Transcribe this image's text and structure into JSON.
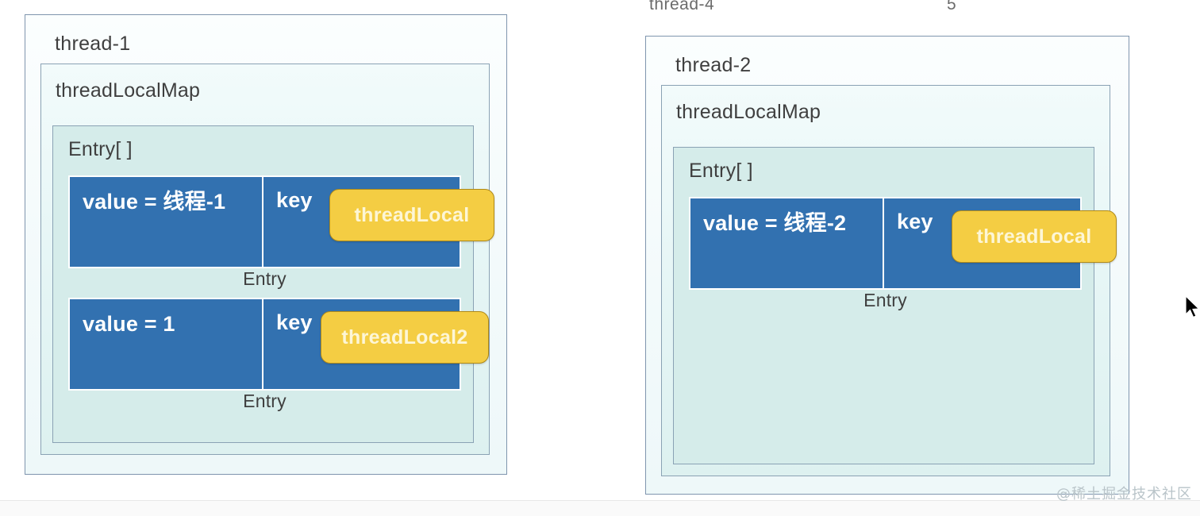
{
  "top_cut_text": {
    "thread_label": "thread-4",
    "number_label": "5"
  },
  "panels": [
    {
      "id": "thread-1",
      "thread_title": "thread-1",
      "map_title": "threadLocalMap",
      "entry_array_title": "Entry[ ]",
      "entries": [
        {
          "value_label": "value = 线程-1",
          "key_label": "key",
          "badge_label": "threadLocal",
          "caption": "Entry"
        },
        {
          "value_label": "value = 1",
          "key_label": "key",
          "badge_label": "threadLocal2",
          "caption": "Entry"
        }
      ]
    },
    {
      "id": "thread-2",
      "thread_title": "thread-2",
      "map_title": "threadLocalMap",
      "entry_array_title": "Entry[ ]",
      "entries": [
        {
          "value_label": "value = 线程-2",
          "key_label": "key",
          "badge_label": "threadLocal",
          "caption": "Entry"
        }
      ]
    }
  ],
  "watermark": "@稀土掘金技术社区",
  "colors": {
    "entry_blue": "#3271b0",
    "badge_yellow": "#f4cd43",
    "badge_border": "#b08a18",
    "badge_text": "#fdf6d6",
    "panel_border": "#7f95ae",
    "box_border": "#8aa2b4",
    "entry_array_bg": "#d5ecea",
    "text_dark": "#3f3f3f",
    "watermark_gray": "#b9c4c9"
  }
}
